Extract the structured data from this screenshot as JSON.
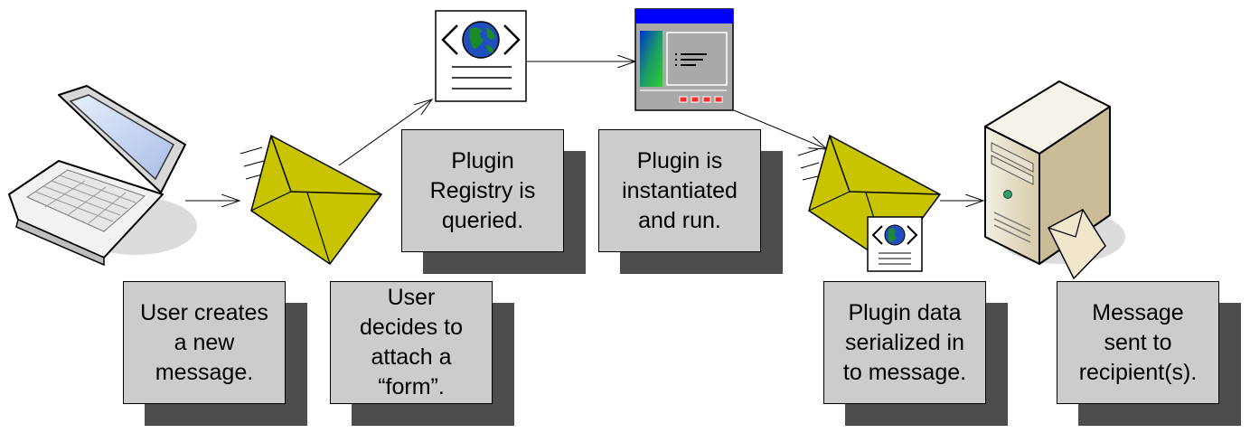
{
  "steps": [
    {
      "lines": [
        "User creates",
        "a new",
        "message."
      ]
    },
    {
      "lines": [
        "User",
        "decides to",
        "attach a",
        "“form”."
      ]
    },
    {
      "lines": [
        "Plugin",
        "Registry is",
        "queried."
      ]
    },
    {
      "lines": [
        "Plugin is",
        "instantiated",
        "and run."
      ]
    },
    {
      "lines": [
        "Plugin data",
        "serialized in",
        "to message."
      ]
    },
    {
      "lines": [
        "Message",
        "sent to",
        "recipient(s)."
      ]
    }
  ],
  "icons": {
    "laptop": "laptop-icon",
    "envelope": "envelope-icon",
    "form_document": "form-document-icon",
    "plugin_window": "plugin-window-icon",
    "envelope_with_form": "envelope-with-form-icon",
    "server": "server-icon"
  },
  "colors": {
    "envelope": "#c8c400",
    "box_fill": "#cccccc",
    "box_shadow": "#4d4d4d",
    "window_title": "#0000ff"
  }
}
